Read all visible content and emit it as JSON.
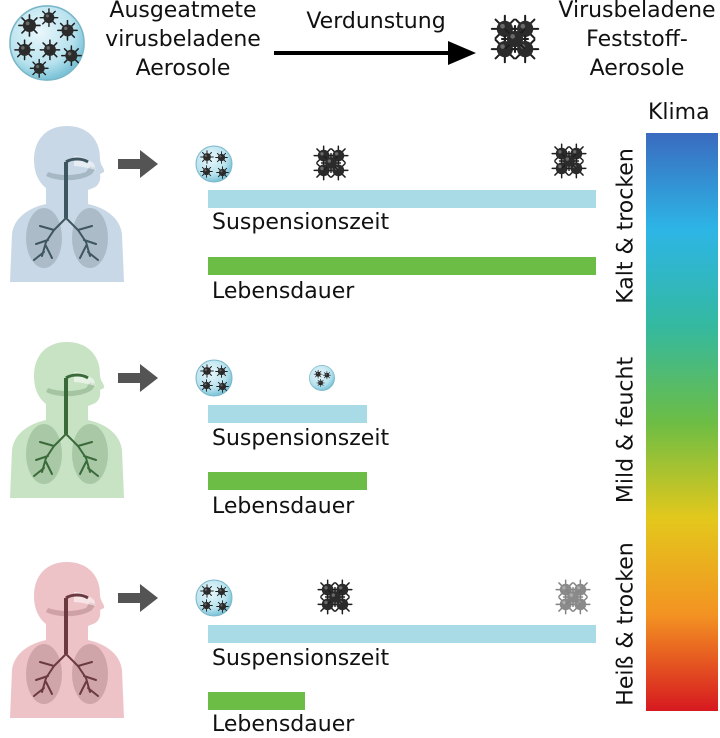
{
  "header": {
    "left_lines": [
      "Ausgeatmete",
      "virusbeladene",
      "Aerosole"
    ],
    "arrow_label": "Verdunstung",
    "right_lines": [
      "Virusbeladene",
      "Feststoff-",
      "Aerosole"
    ]
  },
  "climate_scale": {
    "title": "Klima",
    "labels": [
      "Kalt & trocken",
      "Mild & feucht",
      "Heiß & trocken"
    ],
    "gradient_colors": [
      "#3a6bbf",
      "#2db5e6",
      "#34b9a0",
      "#6cbd45",
      "#e3c81c",
      "#f39322",
      "#d71920"
    ]
  },
  "scenarios": [
    {
      "climate": "Kalt & trocken",
      "body_color": "#c9d8e6",
      "airway_color": "#3e5660",
      "suspension": {
        "label": "Suspensionszeit",
        "value": 1.0,
        "color": "#a8dbe6"
      },
      "lifetime": {
        "label": "Lebensdauer",
        "value": 1.0,
        "color": "#6cbd45"
      }
    },
    {
      "climate": "Mild & feucht",
      "body_color": "#c8e3c4",
      "airway_color": "#3a6a3a",
      "suspension": {
        "label": "Suspensionszeit",
        "value": 0.41,
        "color": "#a8dbe6"
      },
      "lifetime": {
        "label": "Lebensdauer",
        "value": 0.41,
        "color": "#6cbd45"
      }
    },
    {
      "climate": "Heiß & trocken",
      "body_color": "#eec3c8",
      "airway_color": "#6b3a40",
      "suspension": {
        "label": "Suspensionszeit",
        "value": 1.0,
        "color": "#a8dbe6"
      },
      "lifetime": {
        "label": "Lebensdauer",
        "value": 0.25,
        "color": "#6cbd45"
      }
    }
  ]
}
